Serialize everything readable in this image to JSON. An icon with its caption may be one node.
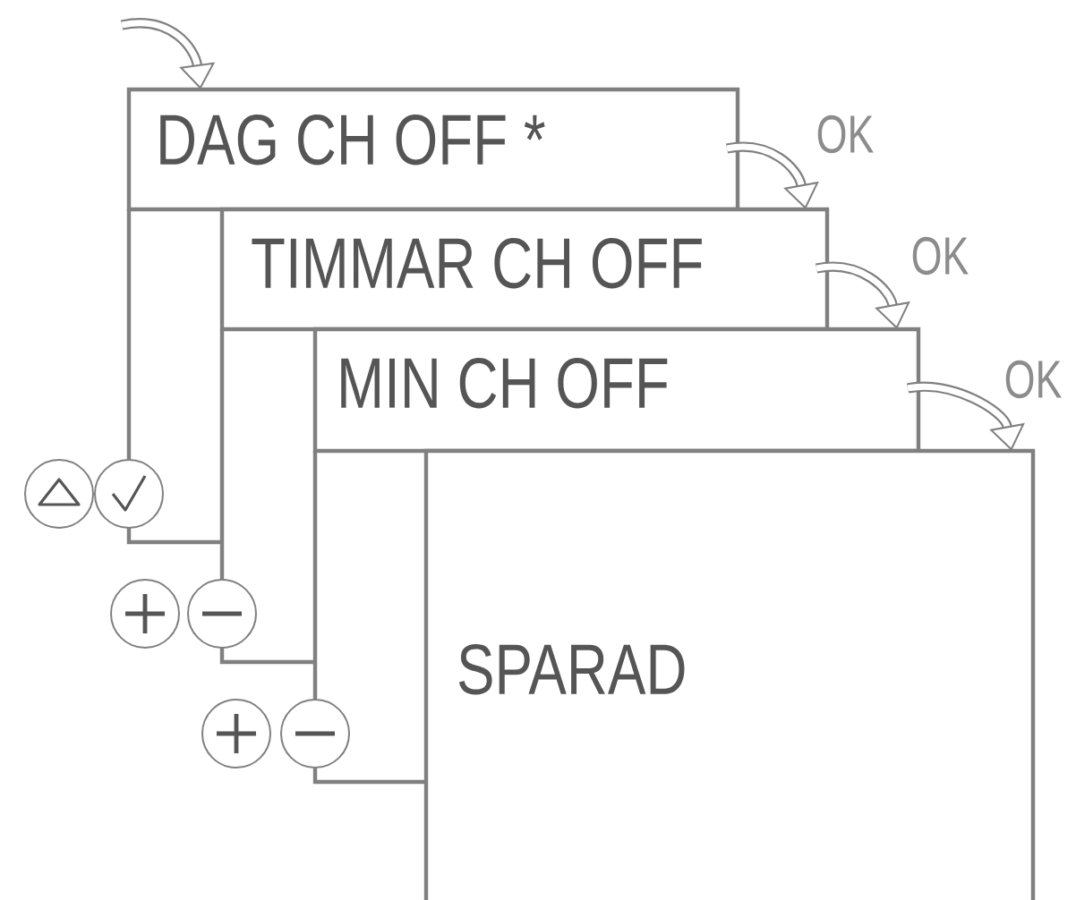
{
  "diagram": {
    "nodes": [
      {
        "text": [
          "DAG CH OFF *"
        ]
      },
      {
        "text": [
          "TIMMAR CH OFF"
        ]
      },
      {
        "text": [
          "MIN CH OFF"
        ]
      },
      {
        "text": [
          "SPARAD"
        ]
      }
    ],
    "edges": [
      {
        "from": null,
        "to": 0,
        "arrow": "to"
      },
      {
        "from": 0,
        "to": 1,
        "arrow": "to",
        "label": "OK"
      },
      {
        "from": 1,
        "to": 2,
        "arrow": "to",
        "label": "OK"
      },
      {
        "from": 2,
        "to": 3,
        "arrow": "to",
        "label": "OK"
      }
    ]
  }
}
